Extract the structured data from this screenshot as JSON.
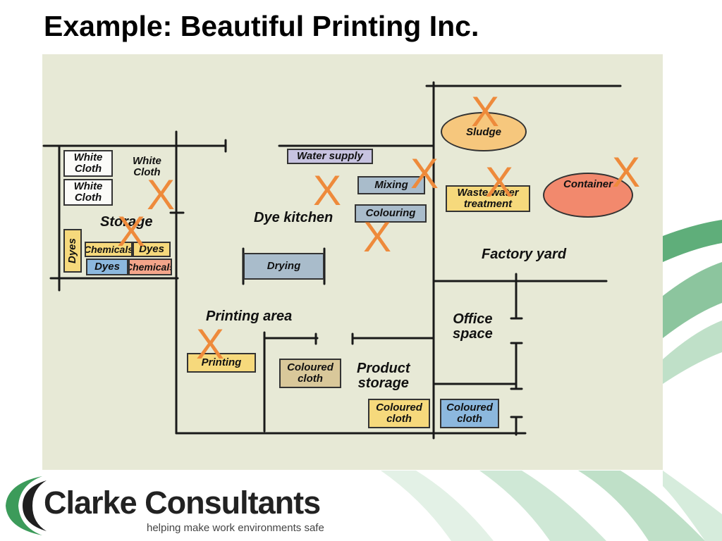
{
  "title": "Example: Beautiful Printing Inc.",
  "areas": {
    "storage": "Storage",
    "dye_kitchen": "Dye kitchen",
    "factory_yard": "Factory yard",
    "printing_area": "Printing area",
    "office_space": "Office\nspace",
    "product_storage": "Product\nstorage"
  },
  "items": {
    "white_cloth_1": "White\nCloth",
    "white_cloth_2": "White\nCloth",
    "white_cloth_3": "White\nCloth",
    "dyes_vertical": "Dyes",
    "chemicals_1": "Chemicals",
    "dyes_1": "Dyes",
    "dyes_2": "Dyes",
    "chemicals_2": "Chemicals",
    "water_supply": "Water supply",
    "mixing": "Mixing",
    "colouring": "Colouring",
    "drying": "Drying",
    "printing": "Printing",
    "coloured_cloth_1": "Coloured\ncloth",
    "coloured_cloth_2": "Coloured\ncloth",
    "coloured_cloth_3": "Coloured\ncloth",
    "sludge": "Sludge",
    "waste_water": "Waste water\ntreatment",
    "container": "Container"
  },
  "marker": "X",
  "logo": {
    "name": "Clarke Consultants",
    "tagline": "helping make work environments safe"
  },
  "colors": {
    "yellow": "#f6d97c",
    "blue": "#8cb8de",
    "marker": "#ee8a3b",
    "green_accent": "#3c9b5a"
  }
}
